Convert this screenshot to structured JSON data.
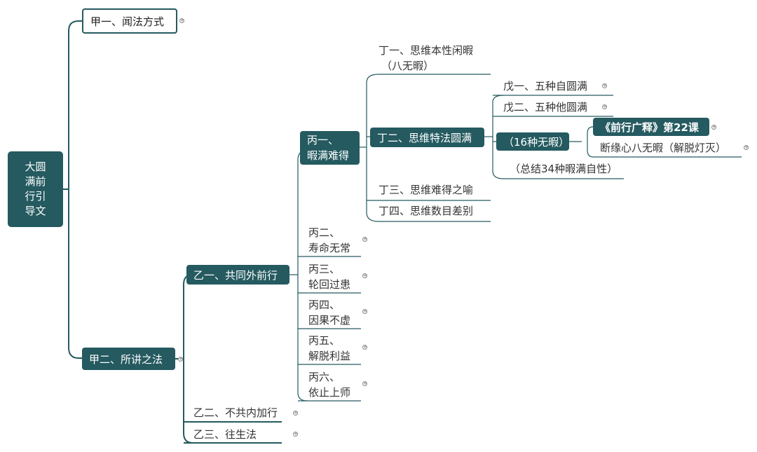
{
  "colors": {
    "primary": "#245a60",
    "line": "#245a60"
  },
  "root": {
    "line1": "大圆",
    "line2": "满前",
    "line3": "行引",
    "line4": "导文"
  },
  "jia1": "甲一、闻法方式",
  "jia2": "甲二、所讲之法",
  "yi1": "乙一、共同外前行",
  "yi2": "乙二、不共内加行",
  "yi3": "乙三、往生法",
  "bing1": {
    "line1": "丙一、",
    "line2": "暇满难得"
  },
  "bing2": {
    "line1": "丙二、",
    "line2": "寿命无常"
  },
  "bing3": {
    "line1": "丙三、",
    "line2": "轮回过患"
  },
  "bing4": {
    "line1": "丙四、",
    "line2": "因果不虚"
  },
  "bing5": {
    "line1": "丙五、",
    "line2": "解脱利益"
  },
  "bing6": {
    "line1": "丙六、",
    "line2": "依止上师"
  },
  "ding1": {
    "line1": "丁一、思维本性闲暇",
    "line2": "（八无暇）"
  },
  "ding2": "丁二、思维特法圆满",
  "ding3": "丁三、思维难得之喻",
  "ding4": "丁四、思维数目差别",
  "wu1": "戊一、五种自圆满",
  "wu2": "戊二、五种他圆满",
  "wu_16": "（16种无暇）",
  "wu_sum": "（总结34种暇满自性）",
  "course": "《前行广释》第22课",
  "duanyuan": "断缘心八无暇（解脱灯灭）",
  "expand_symbol": "+"
}
